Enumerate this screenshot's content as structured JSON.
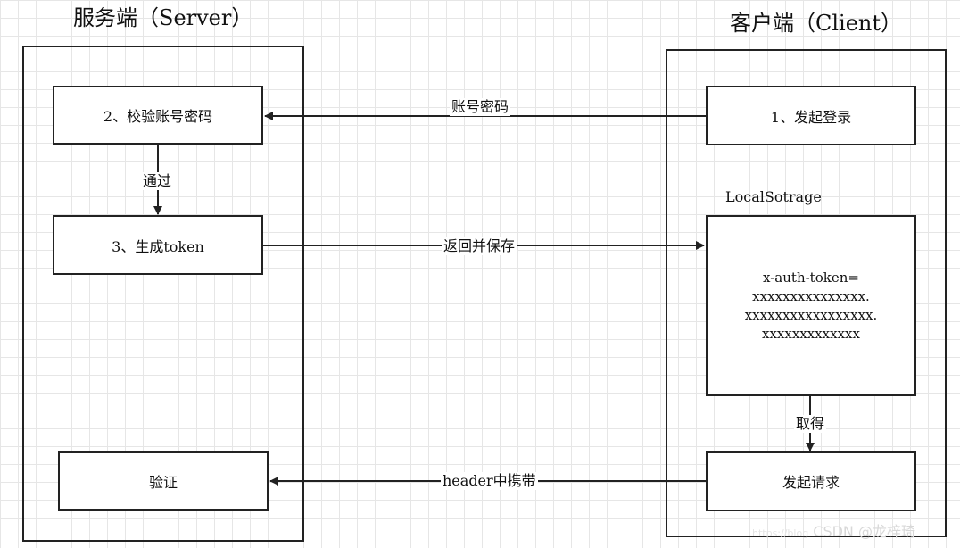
{
  "server": {
    "title": "服务端（Server）",
    "verify_label": "2、校验账号密码",
    "token_label": "3、生成token",
    "validate_label": "验证"
  },
  "client": {
    "title": "客户端（Client）",
    "login_label": "1、发起登录",
    "storage_label": "LocalSotrage",
    "token_lines": [
      "x-auth-token=",
      "xxxxxxxxxxxxxxx.",
      "xxxxxxxxxxxxxxxxx.",
      "xxxxxxxxxxxxx"
    ],
    "request_label": "发起请求"
  },
  "edges": {
    "credentials": "账号密码",
    "pass": "通过",
    "return_save": "返回并保存",
    "fetch": "取得",
    "header_carry": "header中携带"
  },
  "watermark": {
    "url": "https://blog",
    "text": "CSDN @龙梓琦"
  },
  "colors": {
    "line": "#222222",
    "grid": "#e6e6e6"
  }
}
